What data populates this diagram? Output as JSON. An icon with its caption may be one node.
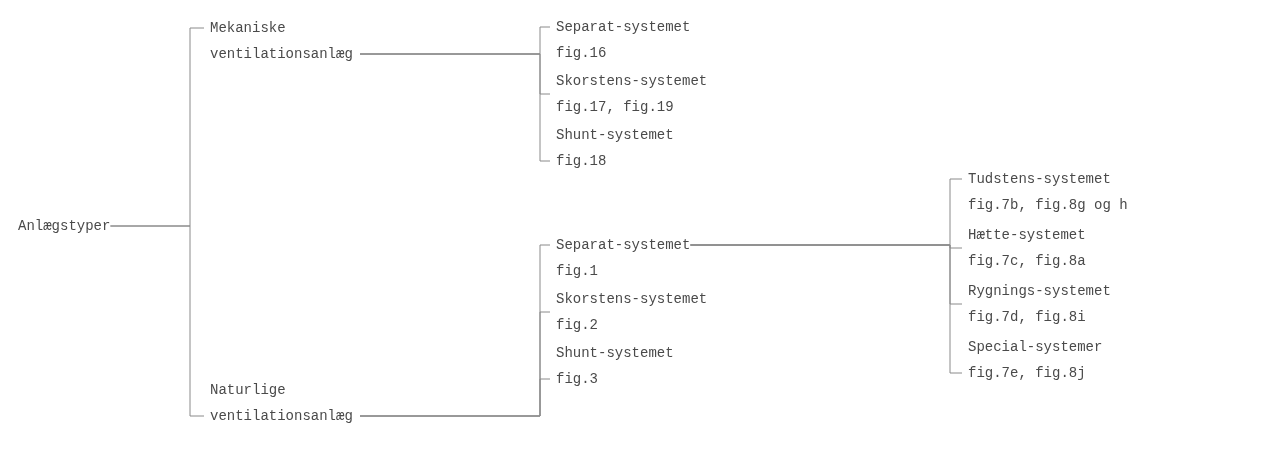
{
  "diagram": {
    "nodes": [
      {
        "text": [
          "Anlægstyper"
        ]
      },
      {
        "text": [
          "Mekaniske ventilationsanlæg"
        ]
      },
      {
        "text": [
          "Separat-systemet",
          "fig.16"
        ]
      },
      {
        "text": [
          "Skorstens-systemet",
          "fig.17, fig.19"
        ]
      },
      {
        "text": [
          "Shunt-systemet",
          "fig.18"
        ]
      },
      {
        "text": [
          "Naturlige ventilationsanlæg"
        ]
      },
      {
        "text": [
          "Separat-systemet",
          "fig.1"
        ]
      },
      {
        "text": [
          "Skorstens-systemet",
          "fig.2"
        ]
      },
      {
        "text": [
          "Shunt-systemet",
          "fig.3"
        ]
      },
      {
        "text": [
          "Tudstens-systemet",
          "fig.7b, fig.8g og h"
        ]
      },
      {
        "text": [
          "Hætte-systemet",
          "fig.7c, fig.8a"
        ]
      },
      {
        "text": [
          "Rygnings-systemet",
          "fig.7d, fig.8i"
        ]
      },
      {
        "text": [
          "Special-systemer",
          "fig.7e, fig.8j"
        ]
      }
    ],
    "edges": [
      {
        "from": 0,
        "to": 1,
        "arrow": "none"
      },
      {
        "from": 0,
        "to": 5,
        "arrow": "none"
      },
      {
        "from": 1,
        "to": 2,
        "arrow": "none"
      },
      {
        "from": 1,
        "to": 3,
        "arrow": "none"
      },
      {
        "from": 1,
        "to": 4,
        "arrow": "none"
      },
      {
        "from": 5,
        "to": 6,
        "arrow": "none"
      },
      {
        "from": 5,
        "to": 7,
        "arrow": "none"
      },
      {
        "from": 5,
        "to": 8,
        "arrow": "none"
      },
      {
        "from": 6,
        "to": 9,
        "arrow": "none"
      },
      {
        "from": 6,
        "to": 10,
        "arrow": "none"
      },
      {
        "from": 6,
        "to": 11,
        "arrow": "none"
      },
      {
        "from": 6,
        "to": 12,
        "arrow": "none"
      }
    ]
  }
}
